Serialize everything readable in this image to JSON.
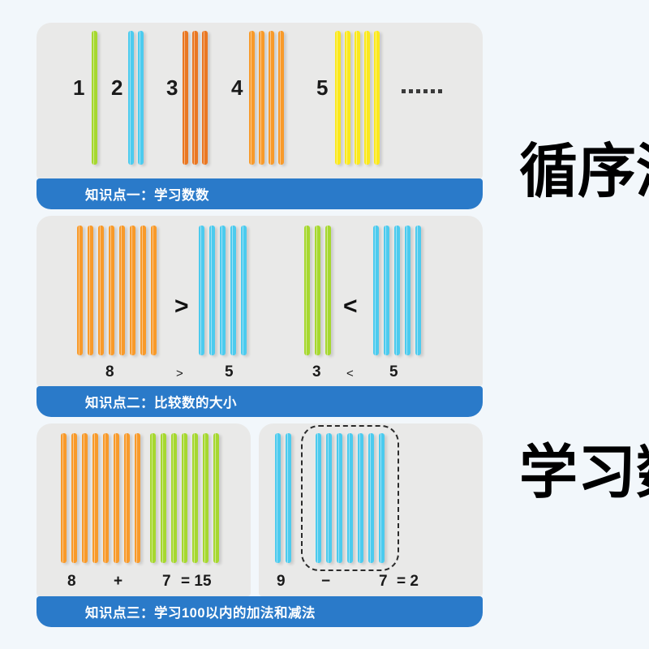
{
  "page": {
    "background_color": "#f2f7fb",
    "card_color": "#e9e9e8",
    "accent_color": "#2a7ac9"
  },
  "headline": {
    "line1": "循序渐进",
    "line2": "学习数学"
  },
  "colors": {
    "green": "#a6d82f",
    "blue": "#4ccbee",
    "orange_dark": "#ea7722",
    "orange_light": "#f89a2a",
    "yellow": "#fbe91c"
  },
  "panels": [
    {
      "id": "counting",
      "title": "知识点一：学习数数",
      "ellipsis": "……",
      "ellipsis_dot_count": 6,
      "groups": [
        {
          "label": "1",
          "count": 1,
          "color_key": "green"
        },
        {
          "label": "2",
          "count": 2,
          "color_key": "blue"
        },
        {
          "label": "3",
          "count": 3,
          "color_key": "orange_dark"
        },
        {
          "label": "4",
          "count": 4,
          "color_key": "orange_light"
        },
        {
          "label": "5",
          "count": 5,
          "color_key": "yellow"
        }
      ]
    },
    {
      "id": "compare",
      "title": "知识点二：比较数的大小",
      "comparisons": [
        {
          "left_count": 8,
          "left_color_key": "orange_light",
          "left_label": "8",
          "operator": ">",
          "right_count": 5,
          "right_color_key": "blue",
          "right_label": "5",
          "caption": "8    >    5"
        },
        {
          "left_count": 3,
          "left_color_key": "green",
          "left_label": "3",
          "operator": "<",
          "right_count": 5,
          "right_color_key": "blue",
          "right_label": "5",
          "caption": "3   <   5"
        }
      ]
    },
    {
      "id": "addsub",
      "title": "知识点三：学习100以内的加法和减法",
      "cards": [
        {
          "id": "addition",
          "groups": [
            {
              "count": 8,
              "color_key": "orange_light"
            },
            {
              "count": 7,
              "color_key": "green"
            }
          ],
          "equation": {
            "a": "8",
            "op": "+",
            "b": "7",
            "eq": "= 15"
          }
        },
        {
          "id": "subtraction",
          "groups": [
            {
              "count": 2,
              "color_key": "blue"
            },
            {
              "count": 7,
              "color_key": "blue",
              "boxed": true
            }
          ],
          "equation": {
            "a": "9",
            "op": "−",
            "b": "7",
            "eq": "= 2"
          }
        }
      ]
    }
  ]
}
